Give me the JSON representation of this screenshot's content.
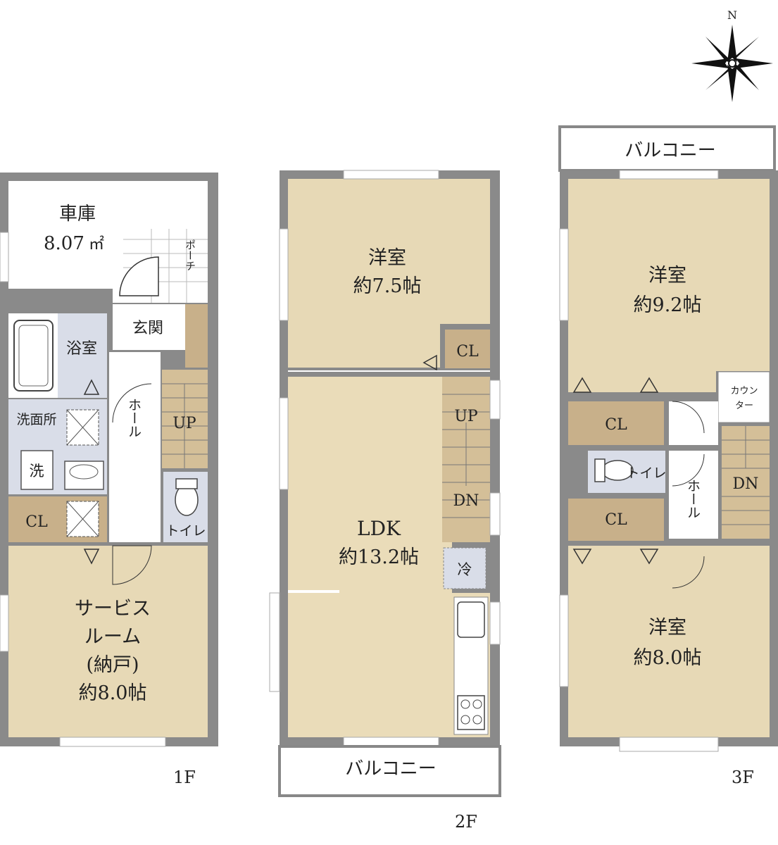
{
  "compass": {
    "north": "N"
  },
  "floor1": {
    "label": "1F",
    "garage_name": "車庫",
    "garage_area": "8.07",
    "garage_unit": "㎡",
    "porch": "ポーチ",
    "entrance": "玄関",
    "bath": "浴室",
    "washroom": "洗面所",
    "washer": "洗",
    "hall": "ホール",
    "stairs_up": "UP",
    "toilet": "トイレ",
    "closet": "CL",
    "service_room_l1": "サービス",
    "service_room_l2": "ルーム",
    "service_room_l3": "(納戸)",
    "service_room_size": "約8.0帖"
  },
  "floor2": {
    "label": "2F",
    "western_room": "洋室",
    "western_size": "約7.5帖",
    "closet": "CL",
    "stairs_up": "UP",
    "stairs_dn": "DN",
    "ldk": "LDK",
    "ldk_size": "約13.2帖",
    "fridge": "冷",
    "balcony": "バルコニー"
  },
  "floor3": {
    "label": "3F",
    "balcony": "バルコニー",
    "room_a": "洋室",
    "room_a_size": "約9.2帖",
    "counter_l1": "カウン",
    "counter_l2": "ター",
    "closet_a": "CL",
    "closet_b": "CL",
    "toilet": "トイレ",
    "hall": "ホール",
    "stairs_dn": "DN",
    "room_b": "洋室",
    "room_b_size": "約8.0帖"
  },
  "colors": {
    "room": "#e7d9b6",
    "ldk": "#eadcb9",
    "closet": "#c8b08a",
    "wet": "#d9dde8",
    "wall": "#8a8a8a",
    "stair": "#d4bf98"
  }
}
